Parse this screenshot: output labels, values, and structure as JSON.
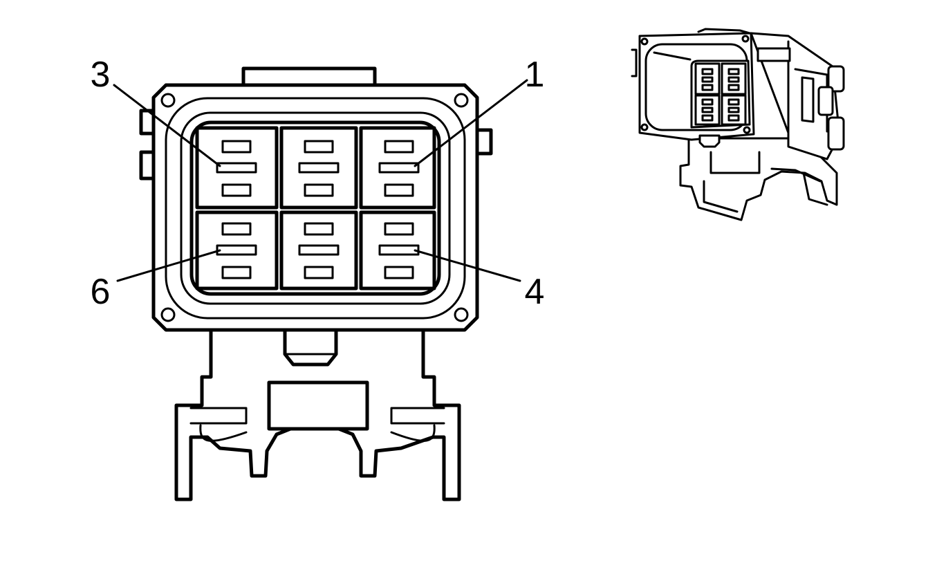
{
  "callouts": [
    {
      "id": "pin-3",
      "label": "3"
    },
    {
      "id": "pin-1",
      "label": "1"
    },
    {
      "id": "pin-6",
      "label": "6"
    },
    {
      "id": "pin-4",
      "label": "4"
    }
  ],
  "pin_cavity_grid": {
    "rows": 2,
    "columns": 3
  },
  "thumbnail_cavity_grid": {
    "rows": 2,
    "columns": 2
  },
  "colors": {
    "line": "#000000",
    "background": "#ffffff"
  }
}
